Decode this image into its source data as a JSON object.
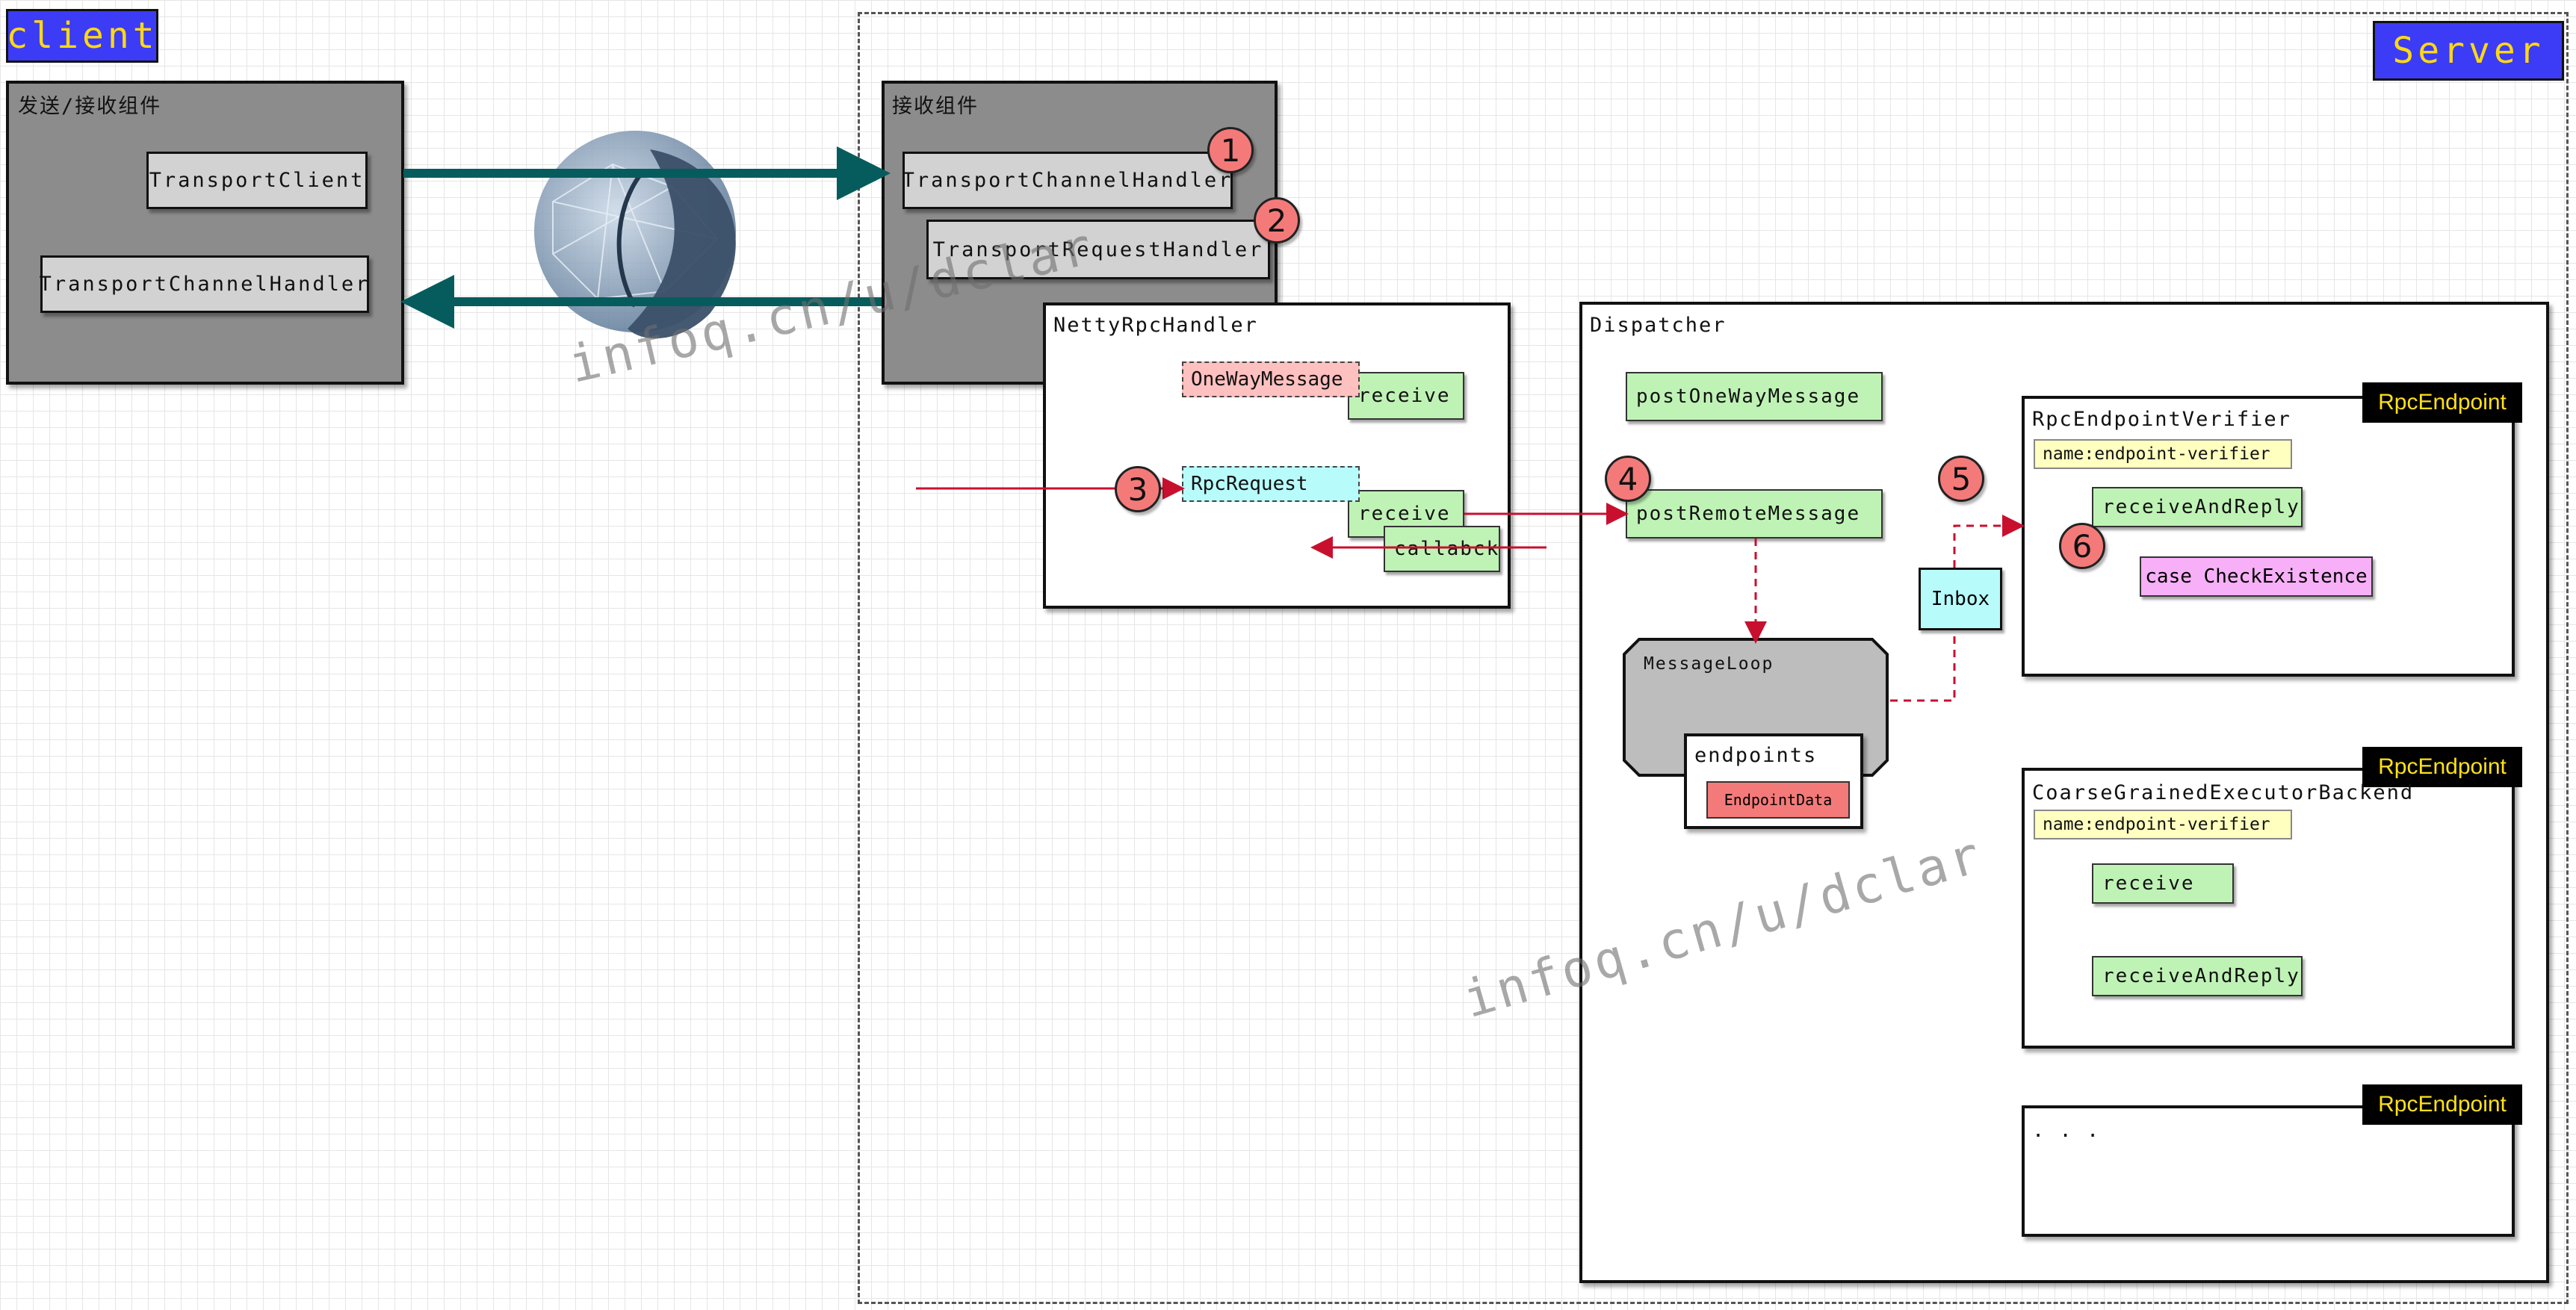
{
  "labels": {
    "client": "client",
    "server": "Server",
    "send_receive": "发送/接收组件",
    "receive_component": "接收组件",
    "transport_client": "TransportClient",
    "transport_channel_handler_client": "TransportChannelHandler",
    "transport_channel_handler_server": "TransportChannelHandler",
    "transport_request_handler": "TransportRequestHandler",
    "netty_rpc_handler": "NettyRpcHandler",
    "one_way_message": "OneWayMessage",
    "receive_one_way": "receive",
    "rpc_request": "RpcRequest",
    "receive_rpc": "receive",
    "callback": "callabck",
    "dispatcher": "Dispatcher",
    "post_one_way_message": "postOneWayMessage",
    "post_remote_message": "postRemoteMessage",
    "message_loop": "MessageLoop",
    "endpoints": "endpoints",
    "endpoint_data": "EndpointData",
    "inbox": "Inbox",
    "rpc_endpoint_tag_1": "RpcEndpoint",
    "rpc_endpoint_tag_2": "RpcEndpoint",
    "rpc_endpoint_tag_3": "RpcEndpoint",
    "rpc_endpoint_verifier": "RpcEndpointVerifier",
    "name_tag_1": "name:endpoint-verifier",
    "receive_and_reply_1": "receiveAndReply",
    "case_check_existence": "case CheckExistence",
    "coarse_grained": "CoarseGrainedExecutorBackend",
    "name_tag_2": "name:endpoint-verifier",
    "receive_2": "receive",
    "receive_and_reply_2": "receiveAndReply",
    "ellipsis": ". . .",
    "n1": "1",
    "n2": "2",
    "n3": "3",
    "n4": "4",
    "n5": "5",
    "n6": "6",
    "watermark_1": "infoq.cn/u/dclar",
    "watermark_2": "infoq.cn/u/dclar"
  },
  "colors": {
    "title_bg": "#3c3cf6",
    "title_text": "#ffd814",
    "teal_arrow": "#065c5c",
    "red_arrow": "#c8102e",
    "green_box": "#bff3b5",
    "pink_box": "#ffc0c0",
    "cyan_box": "#b8fbfb",
    "magenta_box": "#f7b0f7",
    "number_circle": "#f47a7a"
  },
  "icons": [
    "butterfly-logo-icon"
  ]
}
